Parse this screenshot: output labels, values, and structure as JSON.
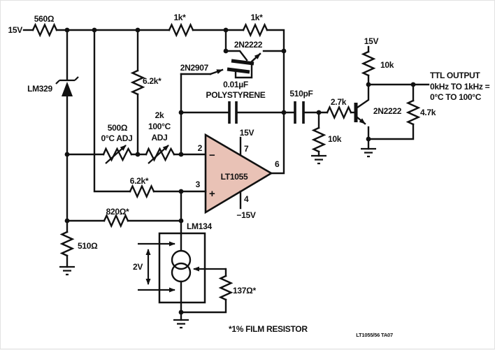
{
  "labels": {
    "supply_left": "15V",
    "r560": "560Ω",
    "r1k_a": "1k*",
    "r1k_b": "1k*",
    "q_2n2222_top": "2N2222",
    "q_2n2907": "2N2907",
    "lm329": "LM329",
    "r6k2_top": "6.2k*",
    "cap_feedback_value": "0.01µF",
    "cap_feedback_type": "POLYSTYRENE",
    "cap_coupling": "510pF",
    "pot_500_value": "500Ω",
    "pot_500_adj": "0°C ADJ",
    "pot_2k_value": "2k",
    "pot_2k_temp": "100°C",
    "pot_2k_adj": "ADJ",
    "opamp_name": "LT1055",
    "opamp_vplus": "15V",
    "opamp_pin7": "7",
    "opamp_pin2": "2",
    "opamp_pin3": "3",
    "opamp_pin4": "4",
    "opamp_pin6": "6",
    "opamp_vminus": "−15V",
    "opamp_minus": "−",
    "opamp_plus": "+",
    "r6k2_bottom": "6.2k*",
    "r820": "820Ω*",
    "r510": "510Ω",
    "lm134": "LM134",
    "v2": "2V",
    "r137": "137Ω*",
    "film_note": "*1% FILM RESISTOR",
    "r10k_mid": "10k",
    "r2k7": "2.7k",
    "supply_right": "15V",
    "r10k_right": "10k",
    "q_2n2222_right": "2N2222",
    "r4k7": "4.7k",
    "ttl_line1": "TTL OUTPUT",
    "ttl_line2": "0kHz TO 1kHz =",
    "ttl_line3": "0°C TO 100°C",
    "part_code": "LT1055/56 TA07"
  },
  "colors": {
    "line": "#111111",
    "opamp_fill": "#e9c2b6",
    "background": "#ffffff"
  }
}
